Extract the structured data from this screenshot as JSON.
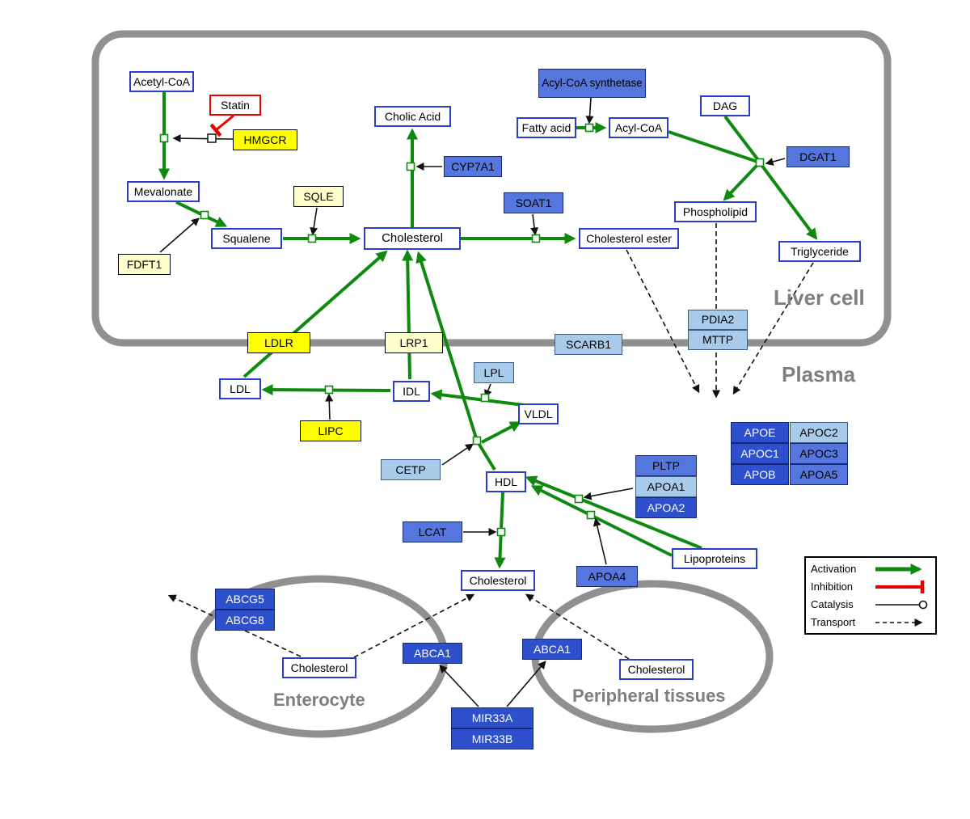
{
  "compartments": {
    "liver": "Liver cell",
    "plasma": "Plasma",
    "enterocyte": "Enterocyte",
    "peripheral": "Peripheral tissues"
  },
  "legend": {
    "activation": "Activation",
    "inhibition": "Inhibition",
    "catalysis": "Catalysis",
    "transport": "Transport"
  },
  "colors": {
    "activation_green": "#0E8A0E",
    "inhibition_red": "#E80000",
    "metabolite_border_blue": "#2B3FC4",
    "gene_dark_blue": "#2E50CC",
    "gene_medium_blue": "#5577DD",
    "gene_light_blue": "#A9CBEA",
    "enzyme_yellow": "#FFFF00",
    "enzyme_pale_yellow": "#FFFFCC",
    "membrane_gray": "#909090"
  },
  "nodes": {
    "acetyl_coa": {
      "label": "Acetyl-CoA"
    },
    "statin": {
      "label": "Statin"
    },
    "hmgcr": {
      "label": "HMGCR"
    },
    "mevalonate": {
      "label": "Mevalonate"
    },
    "sqle": {
      "label": "SQLE"
    },
    "fdft1": {
      "label": "FDFT1"
    },
    "squalene": {
      "label": "Squalene"
    },
    "cholesterol_liver": {
      "label": "Cholesterol"
    },
    "cholic_acid": {
      "label": "Cholic Acid"
    },
    "cyp7a1": {
      "label": "CYP7A1"
    },
    "soat1": {
      "label": "SOAT1"
    },
    "cholesterol_ester": {
      "label": "Cholesterol ester"
    },
    "acyl_coa_synthetase": {
      "label": "Acyl-CoA synthetase"
    },
    "fatty_acid": {
      "label": "Fatty acid"
    },
    "acyl_coa": {
      "label": "Acyl-CoA"
    },
    "dag": {
      "label": "DAG"
    },
    "dgat1": {
      "label": "DGAT1"
    },
    "phospholipid": {
      "label": "Phospholipid"
    },
    "triglyceride": {
      "label": "Triglyceride"
    },
    "pdia2": {
      "label": "PDIA2"
    },
    "mttp": {
      "label": "MTTP"
    },
    "ldlr": {
      "label": "LDLR"
    },
    "lrp1": {
      "label": "LRP1"
    },
    "scarb1": {
      "label": "SCARB1"
    },
    "ldl": {
      "label": "LDL"
    },
    "idl": {
      "label": "IDL"
    },
    "lpl": {
      "label": "LPL"
    },
    "vldl": {
      "label": "VLDL"
    },
    "lipc": {
      "label": "LIPC"
    },
    "cetp": {
      "label": "CETP"
    },
    "hdl": {
      "label": "HDL"
    },
    "lcat": {
      "label": "LCAT"
    },
    "pltp": {
      "label": "PLTP"
    },
    "apoa1": {
      "label": "APOA1"
    },
    "apoa2": {
      "label": "APOA2"
    },
    "apoa4": {
      "label": "APOA4"
    },
    "lipoproteins": {
      "label": "Lipoproteins"
    },
    "apoe": {
      "label": "APOE"
    },
    "apoc2": {
      "label": "APOC2"
    },
    "apoc1": {
      "label": "APOC1"
    },
    "apoc3": {
      "label": "APOC3"
    },
    "apob": {
      "label": "APOB"
    },
    "apoa5": {
      "label": "APOA5"
    },
    "cholesterol_plasma": {
      "label": "Cholesterol"
    },
    "abcg5": {
      "label": "ABCG5"
    },
    "abcg8": {
      "label": "ABCG8"
    },
    "cholesterol_enterocyte": {
      "label": "Cholesterol"
    },
    "abca1_left": {
      "label": "ABCA1"
    },
    "abca1_right": {
      "label": "ABCA1"
    },
    "cholesterol_peripheral": {
      "label": "Cholesterol"
    },
    "mir33a": {
      "label": "MIR33A"
    },
    "mir33b": {
      "label": "MIR33B"
    }
  }
}
